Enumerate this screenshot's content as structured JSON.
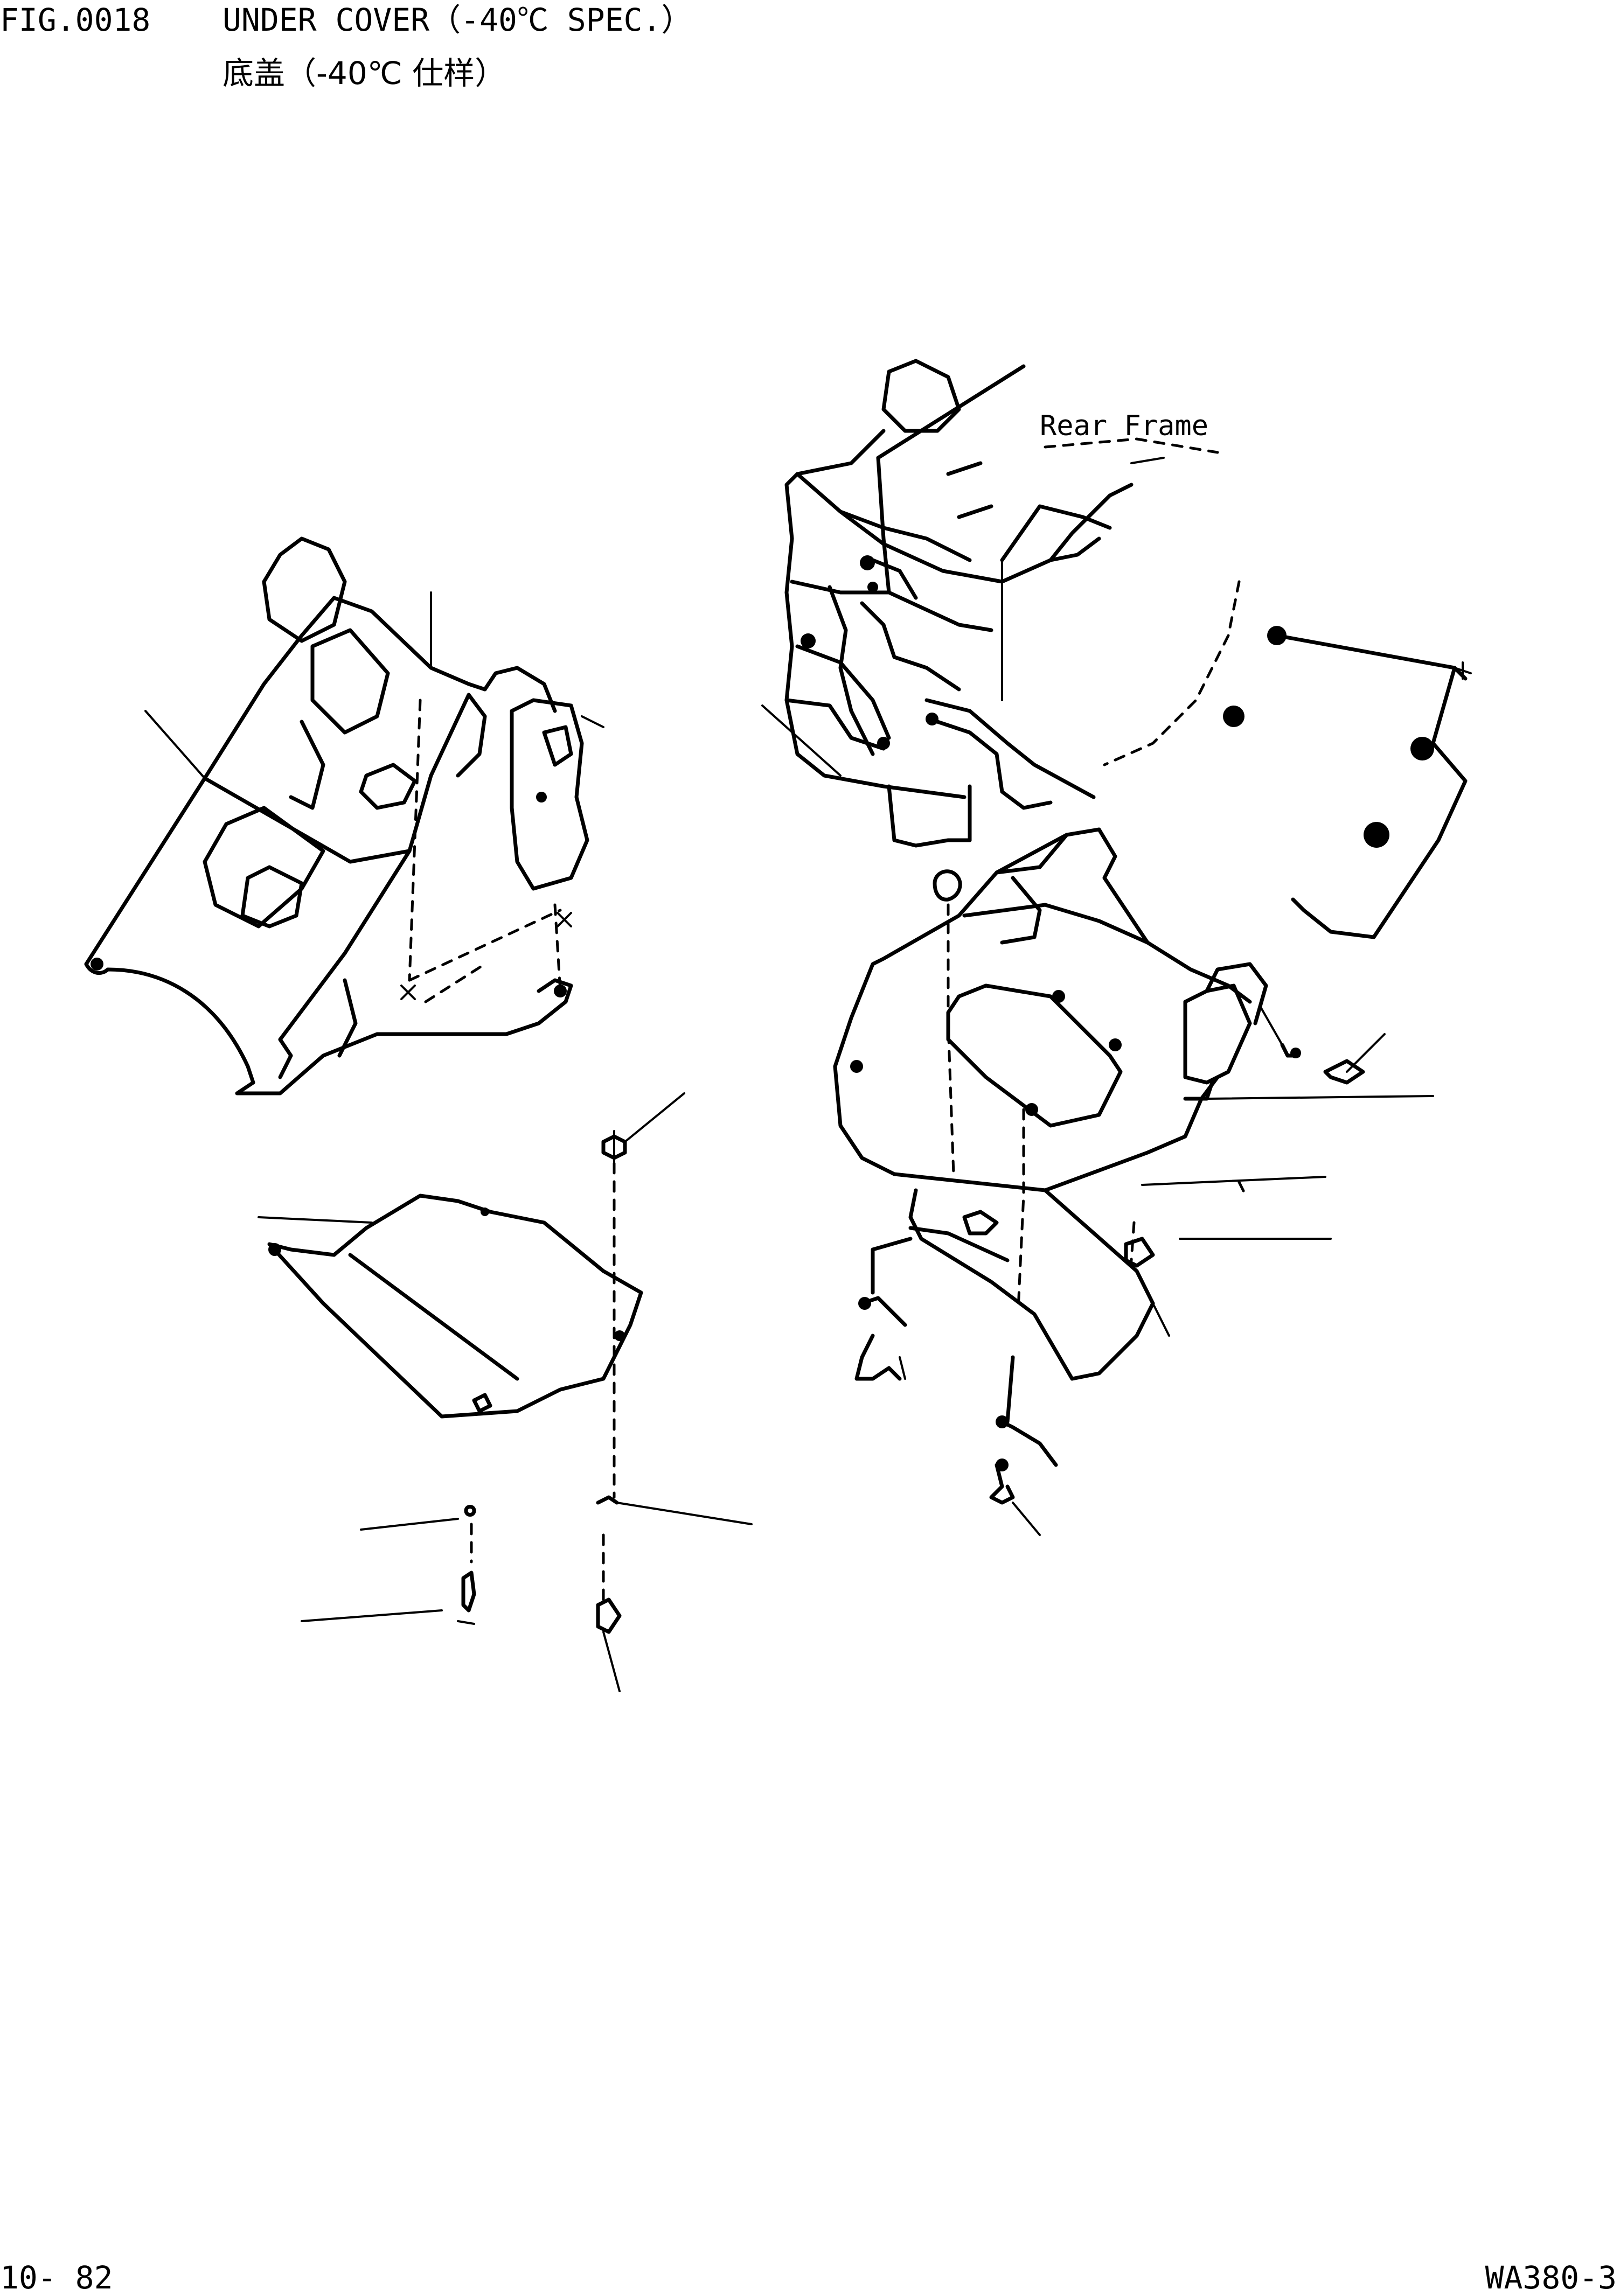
{
  "header": {
    "figure_number": "FIG.0018",
    "title_en": "UNDER COVER（-40℃ SPEC.）",
    "title_jp": "底盖（-40℃ 仕样）"
  },
  "footer": {
    "page_number": "10- 82",
    "model": "WA380-3"
  },
  "diagram": {
    "labels": {
      "rear_frame": "Rear Frame"
    }
  }
}
